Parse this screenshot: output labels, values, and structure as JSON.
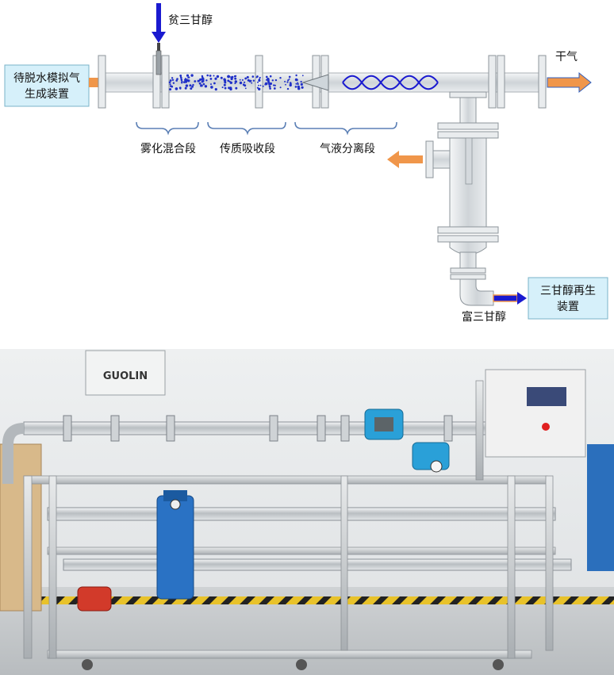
{
  "diagram": {
    "inlet_box": {
      "line1": "待脱水模拟气",
      "line2": "生成装置"
    },
    "lean_teg": "贫三甘醇",
    "dry_gas": "干气",
    "sections": {
      "atomization": "雾化混合段",
      "mass_transfer": "传质吸收段",
      "separation": "气液分离段"
    },
    "rich_teg": "富三甘醇",
    "regen_box": {
      "line1": "三甘醇再生",
      "line2": "装置"
    },
    "colors": {
      "pipe": "#d9dde0",
      "flange": "#e9ecee",
      "arrow_orange": "#f0964a",
      "arrow_blue": "#1a1ad0",
      "box_fill": "#d6f0fa",
      "brace": "#5b7fb5"
    }
  },
  "photo": {
    "brand": "GUOLIN"
  }
}
